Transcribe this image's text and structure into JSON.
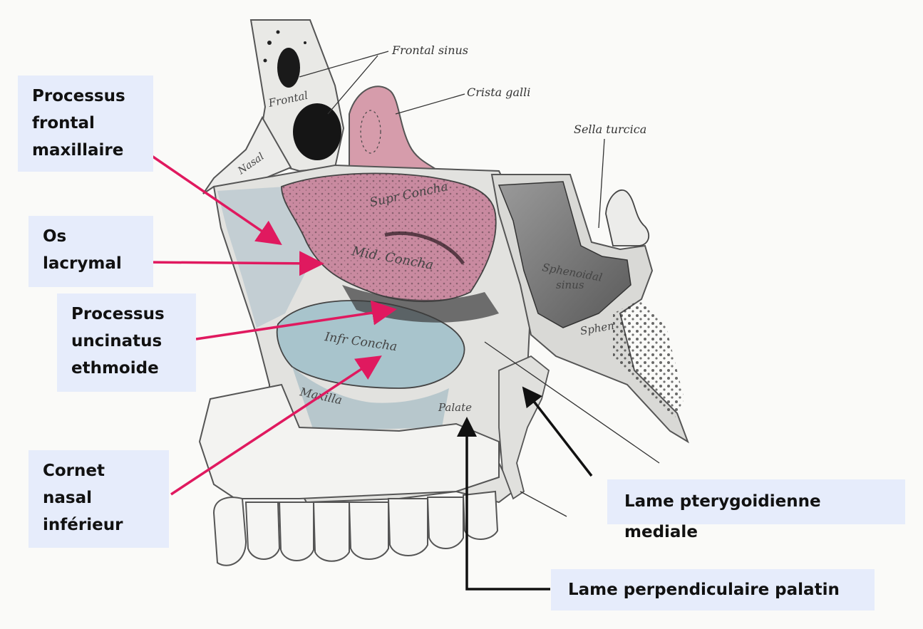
{
  "labels": {
    "processus_frontal": "Processus\nfrontal\nmaxillaire",
    "os_lacrymal": "Os\nlacrymal",
    "processus_uncinatus": "Processus\nuncinatus\nethmoide",
    "cornet_nasal": "Cornet\nnasal\ninférieur",
    "lame_pterygoidienne": "Lame pterygoidienne mediale",
    "lame_perpendiculaire": "Lame perpendiculaire palatin"
  },
  "engraving": {
    "frontal_sinus": "Frontal sinus",
    "crista_galli": "Crista galli",
    "sella_turcica": "Sella turcica",
    "frontal": "Frontal",
    "nasal": "Nasal",
    "sup_concha": "Supr Concha",
    "mid_concha": "Mid. Concha",
    "infr_concha": "Infr Concha",
    "sphenoidal": "Sphenoidal",
    "sinus": "sinus",
    "sphen": "Sphen",
    "maxilla": "Maxilla",
    "palate": "Palate"
  },
  "colors": {
    "arrow_pink": "#e0195f",
    "arrow_dark": "#111111",
    "label_bg": "#e6ecfb",
    "concha_pink": "#c98aa0",
    "concha_blue": "#a8c4cc"
  }
}
